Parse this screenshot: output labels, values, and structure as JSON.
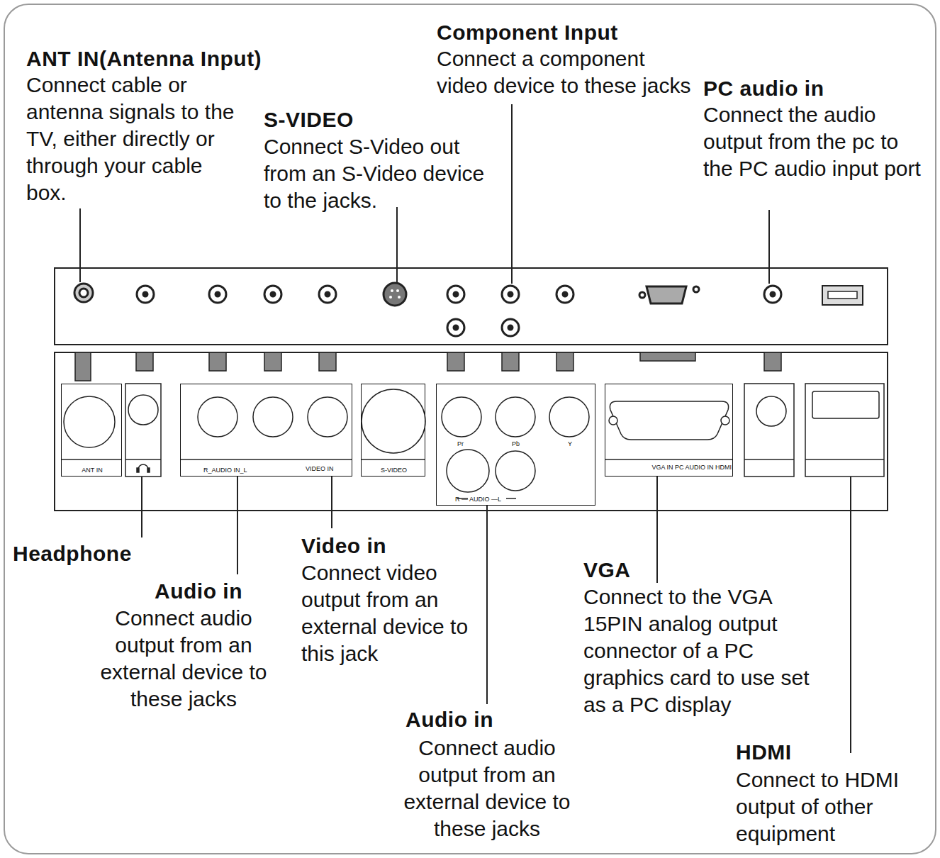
{
  "diagram": {
    "nodes": [
      {
        "text": [
          "ANT IN"
        ]
      },
      {
        "text": [
          "R_AUDIO IN_L",
          "VIDEO IN"
        ]
      },
      {
        "text": [
          "S-VIDEO"
        ]
      },
      {
        "text": [
          "Pr",
          "Pb",
          "Y",
          "R — AUDIO —L"
        ]
      },
      {
        "text": [
          "VGA IN PC AUDIO IN HDMI"
        ]
      }
    ],
    "labels": [
      "ANT IN(Antenna Input)",
      "Connect cable or antenna signals to the TV, either directly or through your cable box.",
      "S-VIDEO",
      "Connect S-Video out from an S-Video device to the jacks.",
      "Component Input",
      "Connect a component video device to these jacks",
      "PC audio in",
      "Connect the audio output from the pc to the PC audio input port",
      "Headphone",
      "Audio in",
      "Connect audio output from an external device to these jacks",
      "Video in",
      "Connect video output from an external device to this jack",
      "VGA",
      "Connect to the VGA 15PIN analog output connector of a PC graphics card to use set as a PC display",
      "Audio in",
      "Connect audio output from an external device to these jacks",
      "HDMI",
      "Connect to HDMI output of other equipment"
    ]
  }
}
